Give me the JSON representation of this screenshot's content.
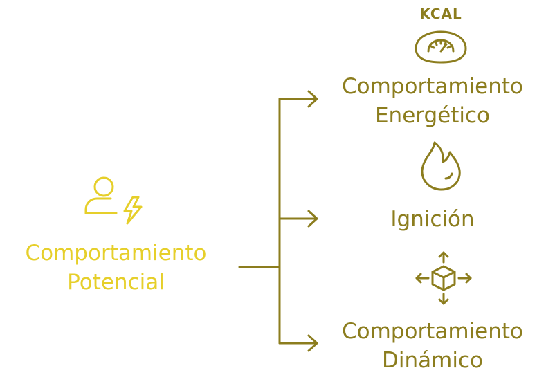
{
  "root": {
    "line1": "Comportamiento",
    "line2": "Potencial",
    "icon": "user-bolt-icon",
    "color": "#e6cf2a"
  },
  "children": [
    {
      "line1": "Comportamiento",
      "line2": "Energético",
      "icon": "kcal-scale-icon",
      "icon_text": "KCAL"
    },
    {
      "line1": "Ignición",
      "line2": "",
      "icon": "flame-icon"
    },
    {
      "line1": "Comportamiento",
      "line2": "Dinámico",
      "icon": "cube-arrows-icon"
    }
  ],
  "colors": {
    "child": "#8c7d1e",
    "connector": "#8c7d1e"
  }
}
